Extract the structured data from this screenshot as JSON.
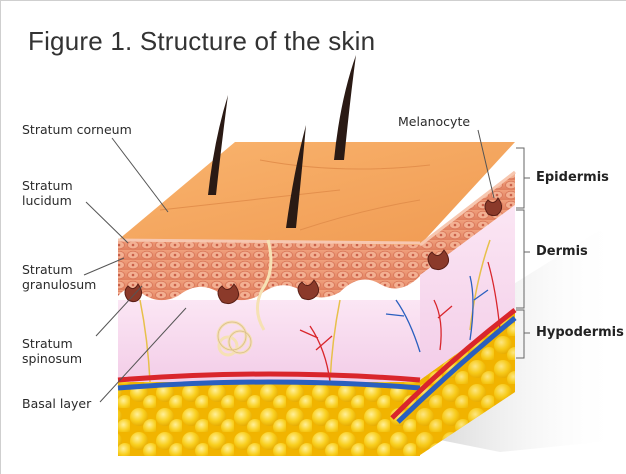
{
  "figure": {
    "title": "Figure 1. Structure of the skin"
  },
  "left_labels": {
    "stratum_corneum": "Stratum corneum",
    "stratum_lucidum": "Stratum\nlucidum",
    "stratum_granulosum": "Stratum\ngranulosum",
    "stratum_spinosum": "Stratum\nspinosum",
    "basal_layer": "Basal layer"
  },
  "top_labels": {
    "melanocyte": "Melanocyte"
  },
  "right_labels": {
    "epidermis": "Epidermis",
    "dermis": "Dermis",
    "hypodermis": "Hypodermis"
  },
  "colors": {
    "skin_top": "#f4a55e",
    "epidermis_cells": "#e98f6a",
    "dermis": "#f7d9ef",
    "fat": "#f7c514",
    "artery": "#d9262c",
    "vein": "#2a5fbf",
    "hair": "#2a1a14"
  }
}
